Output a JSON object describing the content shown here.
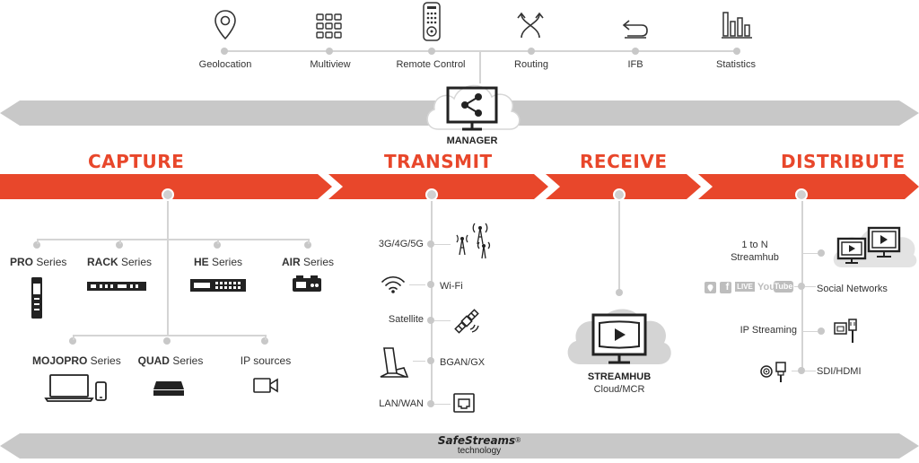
{
  "top_tools": [
    {
      "label": "Geolocation",
      "icon": "location-pin-icon"
    },
    {
      "label": "Multiview",
      "icon": "multiview-grid-icon"
    },
    {
      "label": "Remote Control",
      "icon": "remote-control-icon"
    },
    {
      "label": "Routing",
      "icon": "routing-arrows-icon"
    },
    {
      "label": "IFB",
      "icon": "ifb-return-icon"
    },
    {
      "label": "Statistics",
      "icon": "statistics-bars-icon"
    }
  ],
  "manager": {
    "label": "MANAGER",
    "icon": "share-monitor-icon"
  },
  "stages": {
    "capture": "CAPTURE",
    "transmit": "TRANSMIT",
    "receive": "RECEIVE",
    "distribute": "DISTRIBUTE"
  },
  "capture": {
    "row1": [
      {
        "bold": "PRO",
        "rest": " Series",
        "icon": "pro-unit-icon"
      },
      {
        "bold": "RACK",
        "rest": " Series",
        "icon": "rack-unit-icon"
      },
      {
        "bold": "HE",
        "rest": " Series",
        "icon": "he-encoder-icon"
      },
      {
        "bold": "AIR",
        "rest": " Series",
        "icon": "air-unit-icon"
      }
    ],
    "row2": [
      {
        "bold": "MOJOPRO",
        "rest": " Series",
        "icon": "laptop-phone-icon"
      },
      {
        "bold": "QUAD",
        "rest": " Series",
        "icon": "quad-unit-icon"
      },
      {
        "bold": "",
        "rest": "IP sources",
        "icon": "camera-icon"
      }
    ]
  },
  "transmit": [
    {
      "label": "3G/4G/5G",
      "icon": "cellular-antenna-icon"
    },
    {
      "label": "Wi-Fi",
      "icon": "wifi-icon"
    },
    {
      "label": "Satellite",
      "icon": "satellite-icon"
    },
    {
      "label": "BGAN/GX",
      "icon": "bgan-terminal-icon"
    },
    {
      "label": "LAN/WAN",
      "icon": "ethernet-port-icon"
    }
  ],
  "receive": {
    "title": "STREAMHUB",
    "subtitle": "Cloud/MCR",
    "icon": "streamhub-monitor-icon"
  },
  "distribute": [
    {
      "label": "1 to N\nStreamhub",
      "icon": "multi-monitor-cloud-icon"
    },
    {
      "label": "Social Networks",
      "icon": "social-logos-icon",
      "logos": [
        "f",
        "LIVE",
        "You",
        "Tube"
      ]
    },
    {
      "label": "IP Streaming",
      "icon": "ip-stream-connector-icon"
    },
    {
      "label": "SDI/HDMI",
      "icon": "sdi-hdmi-connector-icon"
    }
  ],
  "footer": {
    "brand": "SafeStreams",
    "reg": "®",
    "sub": "technology"
  },
  "colors": {
    "accent": "#e8472b",
    "band": "#c8c8c8",
    "line": "#cfcfcf"
  }
}
